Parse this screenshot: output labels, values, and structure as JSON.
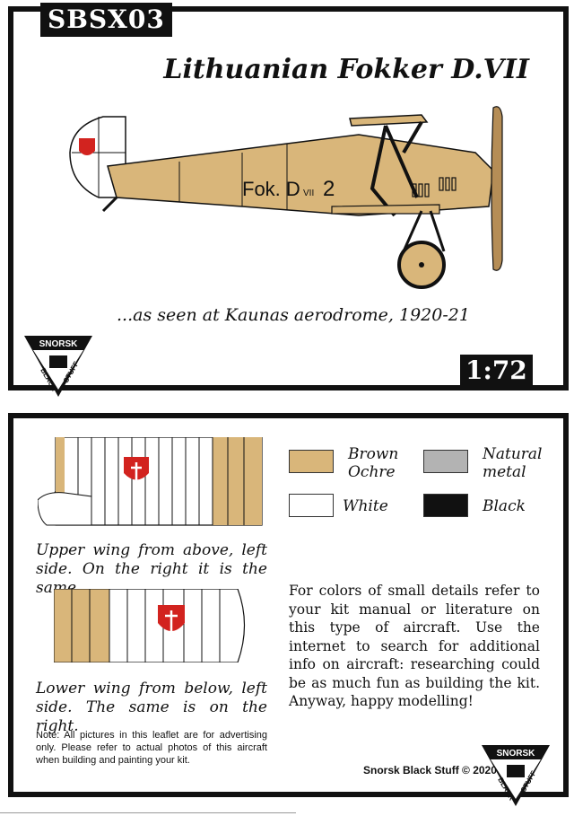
{
  "header": {
    "code": "SBSX03",
    "title": "Lithuanian Fokker D.VII",
    "subtitle": "...as seen at Kaunas aerodrome, 1920-21",
    "scale": "1:72"
  },
  "aircraft": {
    "fuselage_code": "Fok. D",
    "fuselage_roman": "VII",
    "fuselage_number": "2"
  },
  "sticker": {
    "line1": "SNORSK",
    "line2": "BLACK",
    "line3": "STUFF",
    "center": "SNORSK BLACK STUFF"
  },
  "colors": {
    "brown_ochre": "#d9b67a",
    "natural_metal": "#b3b3b3",
    "white": "#ffffff",
    "black": "#111111",
    "insignia_red": "#d2231f"
  },
  "legend": [
    {
      "label_line1": "Brown",
      "label_line2": "Ochre"
    },
    {
      "label_line1": "Natural",
      "label_line2": "metal"
    },
    {
      "label_line1": "White",
      "label_line2": ""
    },
    {
      "label_line1": "Black",
      "label_line2": ""
    }
  ],
  "captions": {
    "upper_wing": "Upper wing from above, left side. On the right it is the same.",
    "lower_wing": "Lower wing from below, left side. The same is on the right."
  },
  "note": "Note: All pictures in this leaflet are for advertising only. Please refer to actual photos of this aircraft when building and painting your kit.",
  "paragraph": "For colors of small details refer to your kit manual or literature on this type of aircraft. Use the internet to search for additional info on aircraft: researching could be as much fun as building the kit. Anyway, happy modelling!",
  "credit": "Snorsk Black Stuff © 2020"
}
